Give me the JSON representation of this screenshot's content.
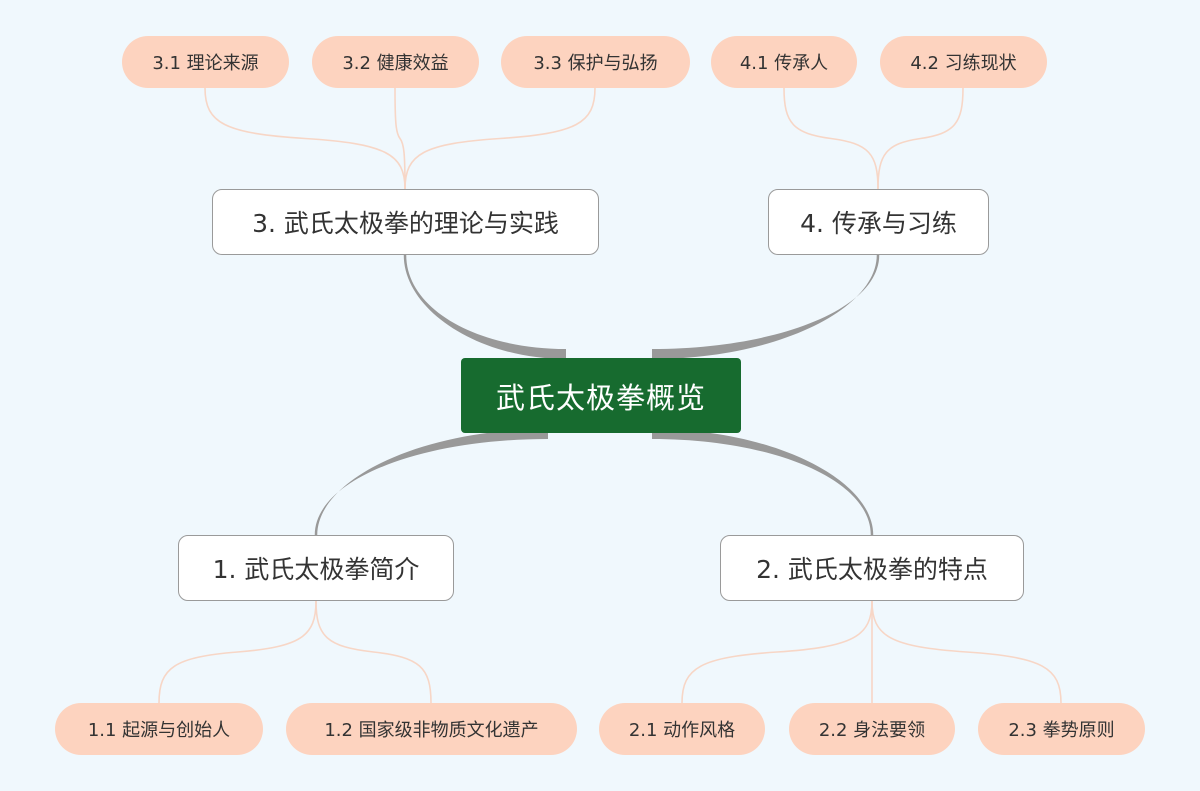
{
  "root": {
    "label": "武氏太极拳概览"
  },
  "branches": [
    {
      "label": "1. 武氏太极拳简介",
      "children": [
        {
          "label": "1.1 起源与创始人"
        },
        {
          "label": "1.2 国家级非物质文化遗产"
        }
      ]
    },
    {
      "label": "2. 武氏太极拳的特点",
      "children": [
        {
          "label": "2.1 动作风格"
        },
        {
          "label": "2.2 身法要领"
        },
        {
          "label": "2.3 拳势原则"
        }
      ]
    },
    {
      "label": "3. 武氏太极拳的理论与实践",
      "children": [
        {
          "label": "3.1 理论来源"
        },
        {
          "label": "3.2 健康效益"
        },
        {
          "label": "3.3 保护与弘扬"
        }
      ]
    },
    {
      "label": "4. 传承与习练",
      "children": [
        {
          "label": "4.1 传承人"
        },
        {
          "label": "4.2 习练现状"
        }
      ]
    }
  ],
  "colors": {
    "background": "#f0f8fd",
    "root_fill": "#176b2f",
    "root_text": "#ffffff",
    "branch_fill": "#ffffff",
    "branch_border": "#9a9a9a",
    "leaf_fill": "#fdd3bf",
    "main_connector": "#999999",
    "leaf_connector": "#f7d6c6"
  }
}
